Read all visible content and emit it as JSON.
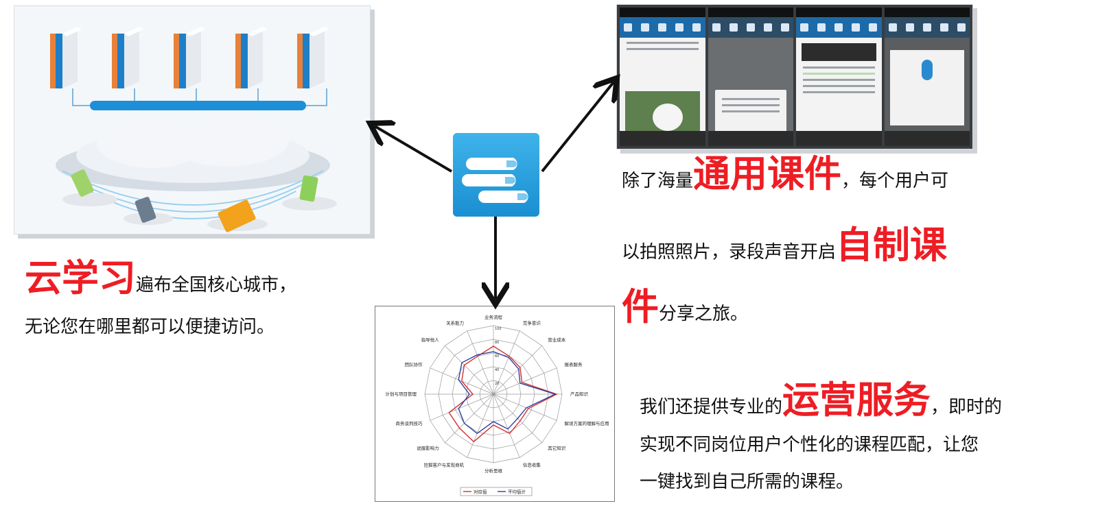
{
  "left": {
    "highlight": "云学习",
    "line1_rest": "遍布全国核心城市，",
    "line2": "无论您在哪里都可以便捷访问。"
  },
  "right_top": {
    "line1_pre": "除了海量",
    "line1_highlight": "通用课件",
    "line1_post": "，每个用户可",
    "line2_pre": "以拍照照片，录段声音开启",
    "line2_highlight": "自制课",
    "line3_highlight": "件",
    "line3_post": "分享之旅。"
  },
  "right_bottom": {
    "line1_pre": "我们还提供专业的",
    "line1_highlight": "运营服务",
    "line1_post": "，即时的",
    "line2": "实现不同岗位用户个性化的课程匹配，让您",
    "line3": "一键找到自己所需的课程。"
  },
  "colors": {
    "highlight": "#ee1d24",
    "arrow": "#111111",
    "icon_blue": "#1a8fd2",
    "toolbar_blue": "#1d6aa9",
    "series_red": "#d32f2f",
    "series_blue": "#2e3f9e"
  },
  "icons": {
    "app": "stacked-books-icon",
    "server": "server-book-icon",
    "cloud": "cloud-icon"
  },
  "chart_data": {
    "type": "radar",
    "categories": [
      "业务流程",
      "竞争意识",
      "营业成本",
      "报表服务",
      "产品知识",
      "解读方案的理解与应用",
      "其它知识",
      "信息收集",
      "分析思维",
      "挖掘客户与发现商机",
      "说服影响力",
      "商务谈判技巧",
      "计划与项目管理",
      "团队协作",
      "指导他人",
      "关系能力"
    ],
    "rmax": 100,
    "ring_labels": [
      "100",
      "80",
      "60",
      "40",
      "20"
    ],
    "series": [
      {
        "name": "对应值",
        "values": [
          70,
          60,
          55,
          45,
          92,
          55,
          55,
          62,
          45,
          75,
          70,
          70,
          30,
          50,
          60,
          60
        ]
      },
      {
        "name": "平均值计",
        "values": [
          62,
          58,
          52,
          42,
          90,
          52,
          50,
          55,
          40,
          62,
          60,
          55,
          35,
          55,
          65,
          62
        ]
      }
    ]
  }
}
